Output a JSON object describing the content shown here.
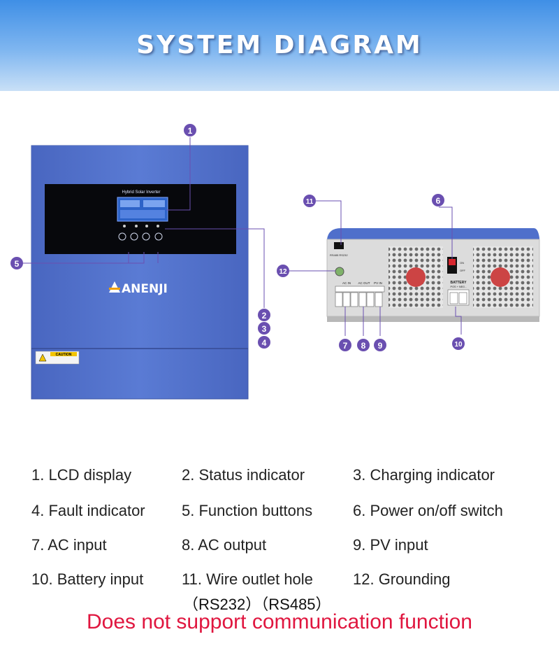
{
  "header": {
    "title": "SYSTEM DIAGRAM"
  },
  "front_panel": {
    "brand": "ANENJI",
    "lcd_title": "Hybrid Solar Inverter",
    "caution_label": "CAUTION"
  },
  "rear_panel": {
    "port_comm": "RS485 RS232",
    "switch_on": "ON",
    "switch_off": "OFF",
    "ac_in": "AC IN",
    "ac_out": "AC OUT",
    "pv_in": "PV IN",
    "battery": "BATTERY",
    "battery_pos_neg": "POS +   NEG -"
  },
  "callouts": [
    "1",
    "2",
    "3",
    "4",
    "5",
    "6",
    "7",
    "8",
    "9",
    "10",
    "11",
    "12"
  ],
  "legend": [
    "1. LCD display",
    "2. Status indicator",
    "3. Charging indicator",
    "4. Fault indicator",
    "5. Function buttons",
    "6. Power on/off switch",
    "7. AC input",
    "8. AC output",
    "9. PV input",
    "10. Battery input",
    "11. Wire outlet hole",
    "12. Grounding"
  ],
  "legend_sub": "（RS232）（RS485）",
  "note": "Does not support communication function",
  "colors": {
    "panel_blue": "#4e6fc7",
    "callout_purple": "#6a4fb0",
    "note_red": "#e0163f"
  }
}
